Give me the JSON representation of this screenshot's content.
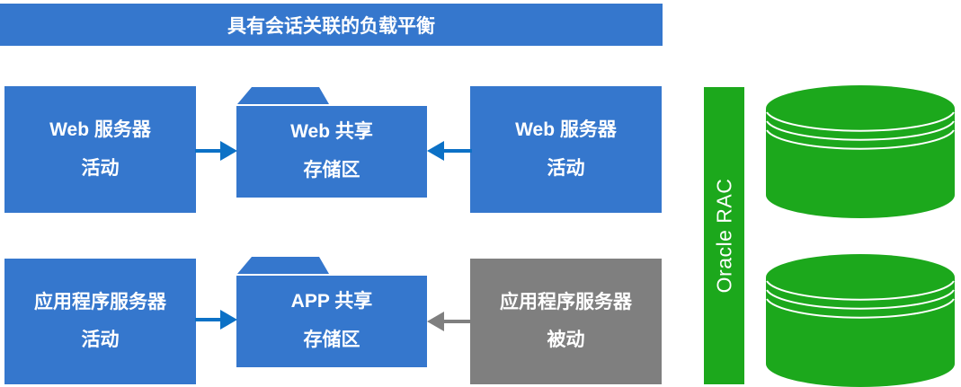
{
  "title": "具有会话关联的负载平衡",
  "nodes": {
    "web_server_left": {
      "line1": "Web 服务器",
      "line2": "活动"
    },
    "web_shared_storage": {
      "line1": "Web 共享",
      "line2": "存储区"
    },
    "web_server_right": {
      "line1": "Web 服务器",
      "line2": "活动"
    },
    "app_server_left": {
      "line1": "应用程序服务器",
      "line2": "活动"
    },
    "app_shared_storage": {
      "line1": "APP 共享",
      "line2": "存储区"
    },
    "app_server_passive": {
      "line1": "应用程序服务器",
      "line2": "被动"
    }
  },
  "oracle_rac": {
    "label": "Oracle RAC"
  },
  "edges": [
    {
      "from": "web_server_left",
      "to": "web_shared_storage",
      "direction": "right",
      "color": "#0C71C6"
    },
    {
      "from": "web_server_right",
      "to": "web_shared_storage",
      "direction": "left",
      "color": "#0C71C6"
    },
    {
      "from": "app_server_left",
      "to": "app_shared_storage",
      "direction": "right",
      "color": "#0C71C6"
    },
    {
      "from": "app_server_passive",
      "to": "app_shared_storage",
      "direction": "left",
      "color": "#7F7F7F"
    }
  ],
  "colors": {
    "node_blue": "#3577CD",
    "node_gray": "#7F7F7F",
    "arrow_blue": "#0C71C6",
    "arrow_gray": "#7F7F7F",
    "green": "#1CA81C",
    "text": "#FFFFFF"
  }
}
